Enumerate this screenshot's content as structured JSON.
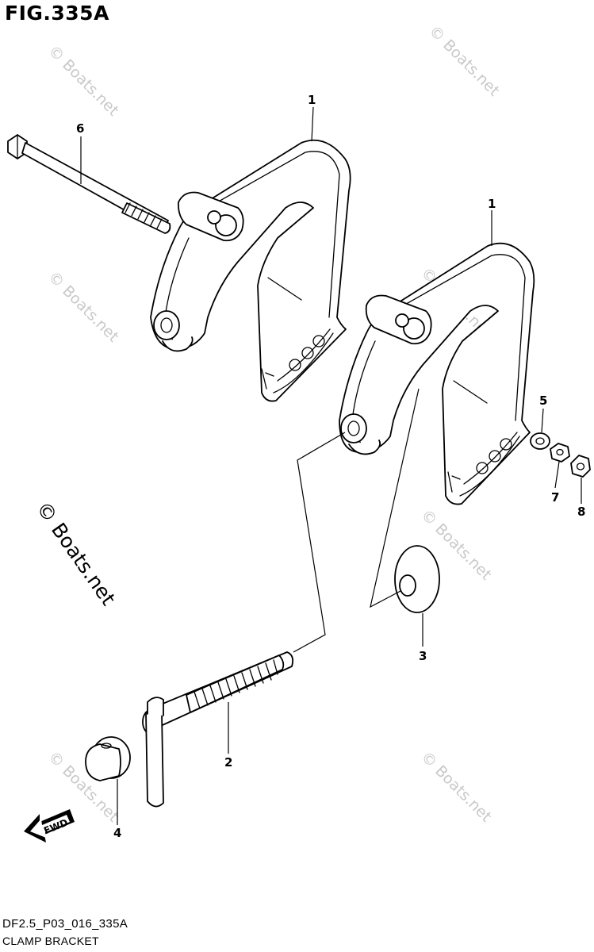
{
  "figure": {
    "title": "FIG.335A",
    "code": "DF2.5_P03_016_335A",
    "name": "CLAMP BRACKET"
  },
  "watermark": {
    "text": "© Boats.net",
    "color": "#c9c9c9"
  },
  "fwd_label": "FWD",
  "callouts": {
    "bracket_top": "1",
    "bracket_bottom": "1",
    "clamp_screw": "2",
    "pad": "3",
    "cap": "4",
    "washer": "5",
    "long_bolt": "6",
    "lock_nut_a": "7",
    "lock_nut_b": "8"
  }
}
